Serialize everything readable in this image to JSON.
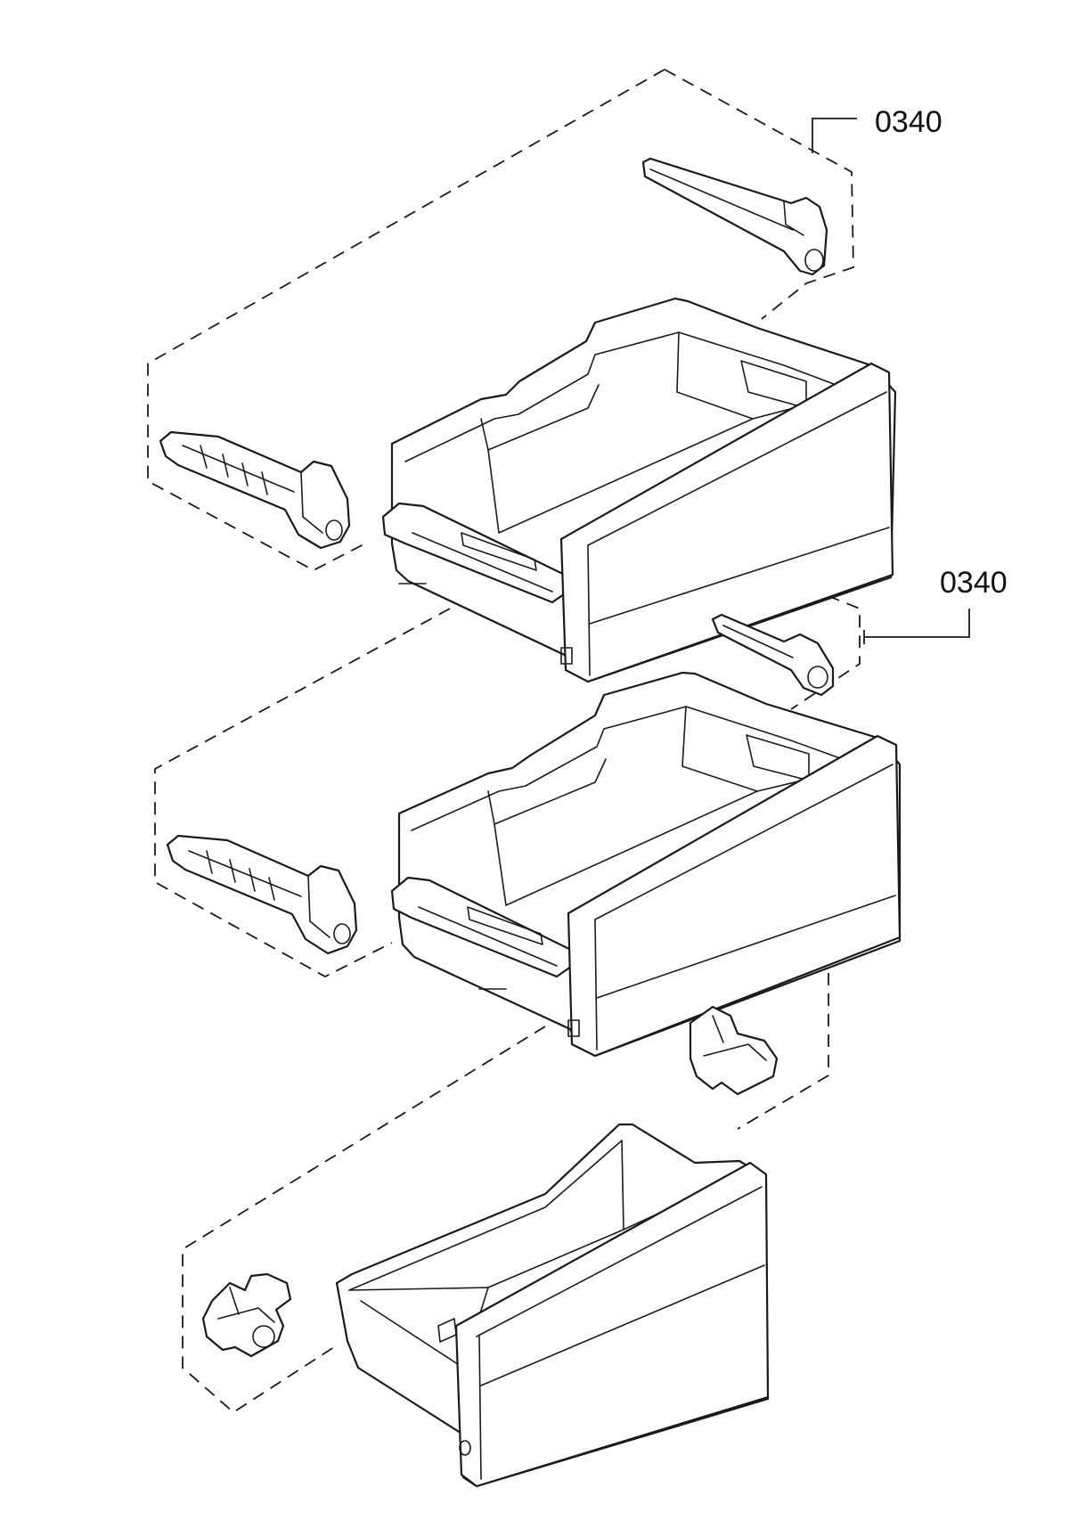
{
  "callouts": [
    {
      "id": "callout-top",
      "label": "0340"
    },
    {
      "id": "callout-middle",
      "label": "0340"
    }
  ]
}
